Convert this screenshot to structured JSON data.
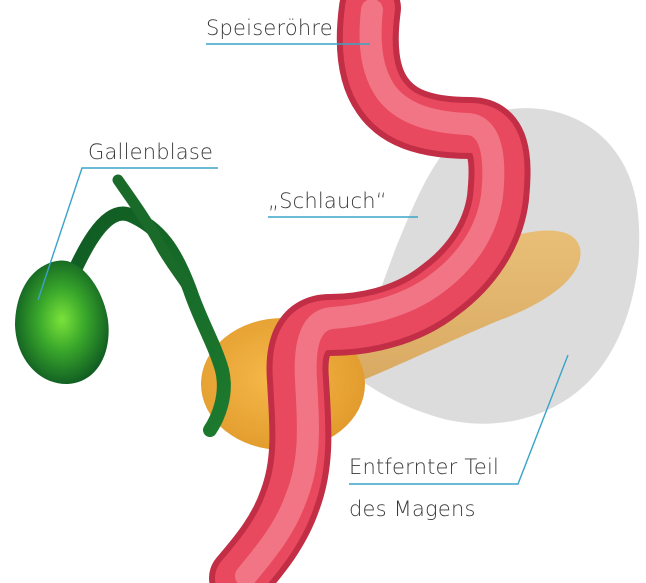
{
  "labels": {
    "esophagus": "Speiseröhre",
    "gallbladder": "Gallenblase",
    "sleeve": "„Schlauch“",
    "removed_part_line1": "Entfernter Teil",
    "removed_part_line2": "des Magens"
  },
  "colors": {
    "stomach_removed": "#dcdcdc",
    "pancreas": "#e3b66a",
    "duodenum_bulb": "#f0a93a",
    "sleeve_tube": "#e8495e",
    "sleeve_highlight": "#f27c8c",
    "gallbladder": "#1a6b2a",
    "gallbladder_glow": "#5fd12f",
    "leader_line": "#3aa3c8"
  }
}
